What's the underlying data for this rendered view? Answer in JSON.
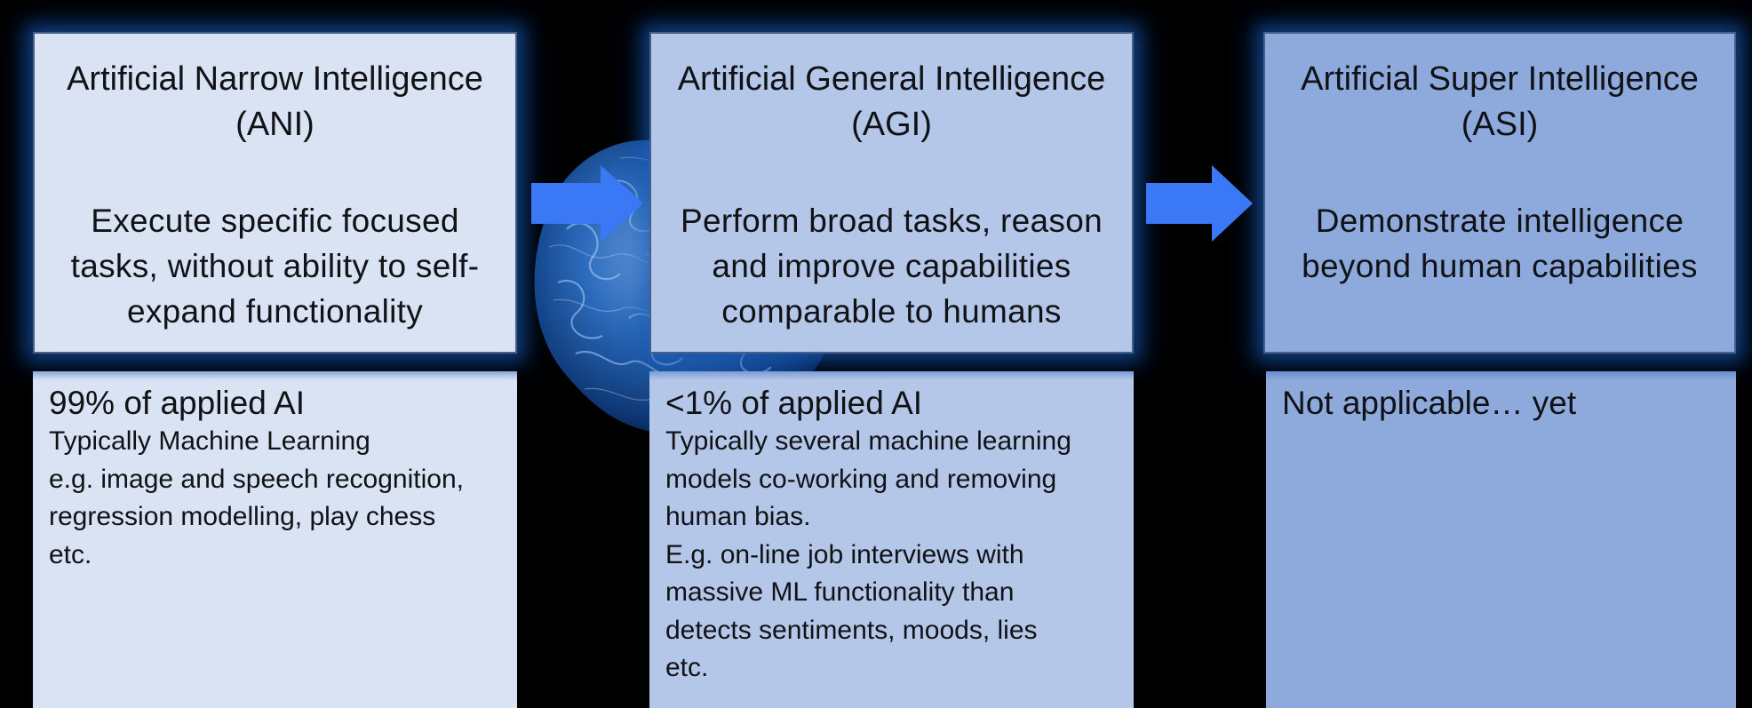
{
  "colors": {
    "background": "#000000",
    "ani_fill": "#dae3f3",
    "agi_fill": "#b5c7e8",
    "asi_fill": "#8eaadc",
    "arrow": "#3b78f5",
    "glow": "#1f63c4"
  },
  "ani": {
    "title_line1": "Artificial Narrow Intelligence",
    "title_line2": "(ANI)",
    "desc_line1": "Execute specific focused",
    "desc_line2": "tasks, without ability to self-",
    "desc_line3": "expand functionality",
    "heading": "99% of applied AI",
    "lines": [
      "Typically Machine Learning",
      "e.g. image and speech recognition,",
      "regression modelling, play chess",
      "etc."
    ]
  },
  "agi": {
    "title_line1": "Artificial General Intelligence",
    "title_line2": "(AGI)",
    "desc_line1": "Perform broad tasks, reason",
    "desc_line2": "and improve capabilities",
    "desc_line3": "comparable to humans",
    "heading": "<1% of applied AI",
    "lines": [
      "Typically several machine learning",
      "models co-working and removing",
      "human bias.",
      "E.g. on-line job interviews with",
      "massive ML functionality than",
      "detects sentiments, moods, lies",
      "etc."
    ]
  },
  "asi": {
    "title_line1": "Artificial Super Intelligence",
    "title_line2": "(ASI)",
    "desc_line1": "Demonstrate intelligence",
    "desc_line2": "beyond human capabilities",
    "heading": "Not applicable… yet"
  },
  "icons": {
    "arrow_1": "arrow-right-icon",
    "arrow_2": "arrow-right-icon",
    "decoration": "brain-icon"
  }
}
